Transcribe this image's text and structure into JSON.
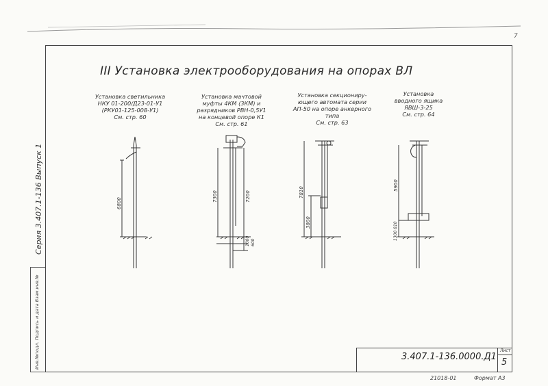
{
  "section_title": "III Установка электрооборудования на опорах ВЛ",
  "series_label": "Серия 3.407.1-136 Выпуск 1",
  "side_stamp": "Инв.№подл. Подпись и дата Взам.инв.№",
  "drawings": [
    {
      "caption": [
        "Установка светильника",
        "НКУ 01-200/Д23-01-У1",
        "(РКУ01-125-008-У1)",
        "См. стр. 60"
      ],
      "dims": [
        "6800"
      ]
    },
    {
      "caption": [
        "Установка мачтовой",
        "муфты 4КМ (3КМ) и",
        "разрядников РВН-0,5У1",
        "на концевой опоре К1",
        "См. стр. 61"
      ],
      "dims": [
        "7300",
        "7200",
        "1000",
        "600"
      ]
    },
    {
      "caption": [
        "Установка секциониру-",
        "ющего автомата серии",
        "АП-50 на опоре анкерного",
        "типа",
        "См. стр. 63"
      ],
      "dims": [
        "7810",
        "3800"
      ]
    },
    {
      "caption": [
        "Установка",
        "вводного ящика",
        "ЯВШ-3-25",
        "См. стр. 64"
      ],
      "dims": [
        "5900",
        "1300 810"
      ]
    }
  ],
  "title_block": {
    "designation": "3.407.1-136.0000.Д1",
    "sheet_label": "Лист",
    "sheet_number": "5"
  },
  "footer": {
    "order_number": "21018-01",
    "format": "Формат А3"
  },
  "corner_mark": "7"
}
